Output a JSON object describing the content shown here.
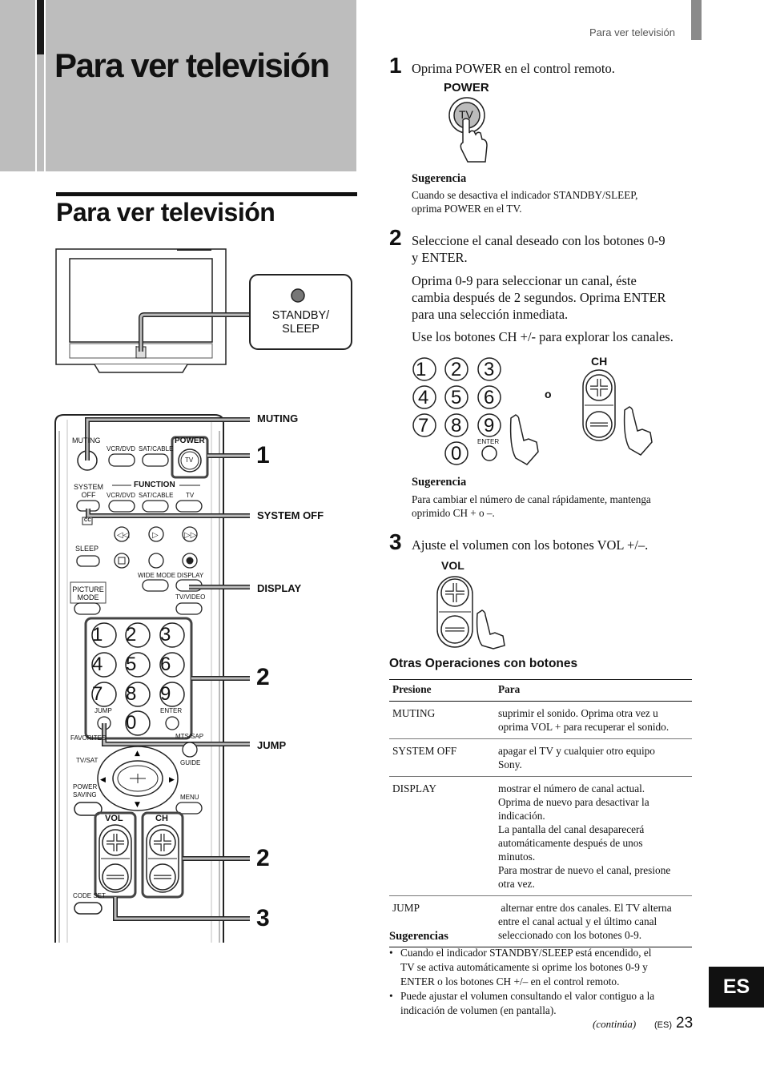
{
  "header": {
    "chapter_title": "Para ver televisión",
    "running_head": "Para ver televisión"
  },
  "section_title": "Para ver televisión",
  "tv_illustration": {
    "standby_label_1": "STANDBY/",
    "standby_label_2": "SLEEP"
  },
  "remote_callouts": {
    "muting": "MUTING",
    "system_off": "SYSTEM OFF",
    "display": "DISPLAY",
    "jump": "JUMP",
    "step1": "1",
    "step2a": "2",
    "step2b": "2",
    "step3": "3"
  },
  "remote_labels": {
    "muting": "MUTING",
    "vcr_dvd": "VCR/DVD",
    "sat_cable": "SAT/CABLE",
    "power": "POWER",
    "tv": "TV",
    "system": "SYSTEM",
    "off": "OFF",
    "function": "FUNCTION",
    "fn_vcr_dvd": "VCR/DVD",
    "fn_sat_cable": "SAT/CABLE",
    "fn_tv": "TV",
    "cc": "CC",
    "sleep": "SLEEP",
    "wide_mode": "WIDE MODE",
    "display": "DISPLAY",
    "picture": "PICTURE",
    "mode": "MODE",
    "tv_video": "TV/VIDEO",
    "jump": "JUMP",
    "enter": "ENTER",
    "favorites": "FAVORITES",
    "mts_sap": "MTS/SAP",
    "tv_sat": "TV/SAT",
    "guide": "GUIDE",
    "power_saving_1": "POWER",
    "power_saving_2": "SAVING",
    "menu": "MENU",
    "vol": "VOL",
    "ch": "CH",
    "code_set": "CODE SET",
    "digits": [
      "1",
      "2",
      "3",
      "4",
      "5",
      "6",
      "7",
      "8",
      "9",
      "0"
    ]
  },
  "steps": [
    {
      "number": "1",
      "text": "Oprima POWER en el control remoto.",
      "figure_label": "POWER",
      "figure_button": "TV",
      "tip_title": "Sugerencia",
      "tip_text_1": "Cuando se desactiva el indicador STANDBY/SLEEP,",
      "tip_text_2": "oprima POWER en el TV."
    },
    {
      "number": "2",
      "text_1": "Seleccione el canal deseado con los botones 0-9",
      "text_2": "y ENTER.",
      "para2_1": "Oprima 0-9 para seleccionar un canal, éste",
      "para2_2": "cambia después de 2 segundos. Oprima ENTER",
      "para2_3": "para una selección inmediata.",
      "para3": "Use los botones CH +/- para explorar los canales.",
      "keypad_enter": "ENTER",
      "or_word": "o",
      "ch_label": "CH",
      "tip_title": "Sugerencia",
      "tip_text_1": "Para cambiar el número de canal rápidamente, mantenga",
      "tip_text_2": "oprimido CH + o –."
    },
    {
      "number": "3",
      "text": "Ajuste el volumen con los botones VOL +/–.",
      "vol_label": "VOL"
    }
  ],
  "ops_table": {
    "heading": "Otras Operaciones con botones",
    "col_press": "Presione",
    "col_for": "Para",
    "rows": [
      {
        "key": "MUTING",
        "lines": [
          "suprimir el sonido. Oprima otra vez u",
          "oprima VOL + para recuperar el sonido."
        ]
      },
      {
        "key": "SYSTEM OFF",
        "lines": [
          "apagar el TV y cualquier otro equipo",
          "Sony."
        ]
      },
      {
        "key": "DISPLAY",
        "lines": [
          "mostrar el número de canal actual.",
          "Oprima de nuevo para desactivar la",
          "indicación.",
          "La pantalla del canal desaparecerá",
          "automáticamente después de unos",
          "minutos.",
          "Para mostrar de nuevo el canal, presione",
          "otra vez."
        ]
      },
      {
        "key": "JUMP",
        "lines": [
          " alternar entre dos canales. El TV alterna",
          "entre el canal actual y el último canal",
          "seleccionado con los botones 0-9."
        ]
      }
    ]
  },
  "tips": {
    "title": "Sugerencias",
    "items": [
      [
        "Cuando el indicador STANDBY/SLEEP está encendido, el",
        "TV se activa automáticamente si oprime los botones 0-9 y",
        "ENTER o los botones CH +/– en el control remoto."
      ],
      [
        "Puede ajustar el volumen consultando el valor contiguo a la",
        "indicación de volumen (en pantalla)."
      ]
    ]
  },
  "footer": {
    "continues": "(continúa)",
    "lang": "(ES)",
    "page": "23"
  },
  "lang_tab": "ES"
}
